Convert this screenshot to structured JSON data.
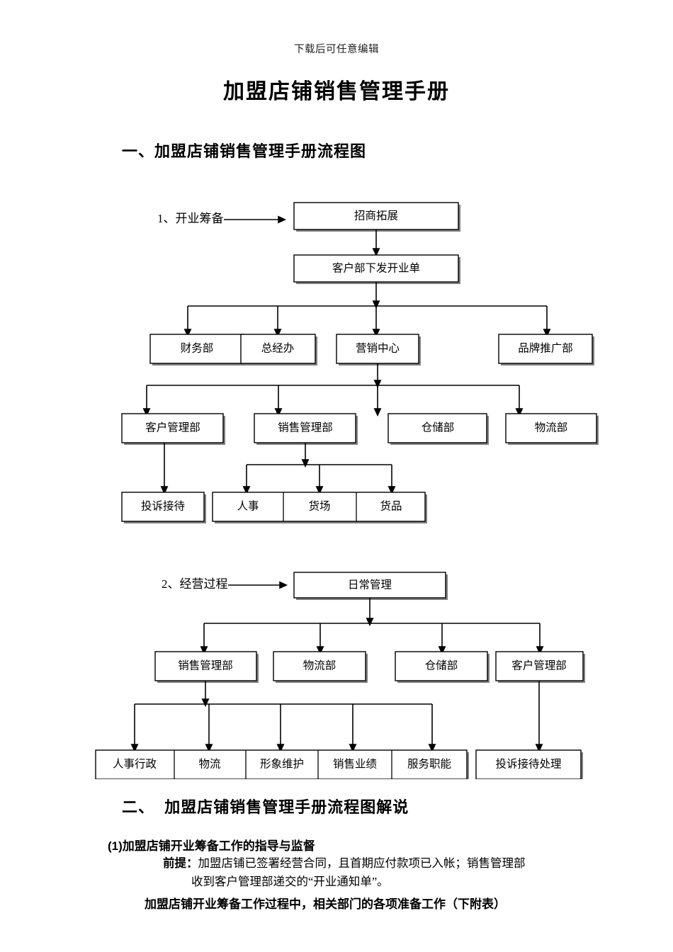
{
  "header": {
    "watermark": "下载后可任意编辑",
    "title": "加盟店铺销售管理手册"
  },
  "sections": {
    "one": "一、加盟店铺销售管理手册流程图",
    "two": "二、  加盟店铺销售管理手册流程图解说"
  },
  "flow1": {
    "stage_label": "1、开业筹备",
    "root": "招商拓展",
    "second": "客户部下发开业单",
    "level3": [
      "财务部",
      "总经办",
      "营销中心",
      "品牌推广部"
    ],
    "level4": [
      "客户管理部",
      "销售管理部",
      "仓储部",
      "物流部"
    ],
    "level5_single": "投诉接待",
    "level5_group": [
      "人事",
      "货场",
      "货品"
    ]
  },
  "flow2": {
    "stage_label": "2、经营过程",
    "root": "日常管理",
    "level2": [
      "销售管理部",
      "物流部",
      "仓储部",
      "客户管理部"
    ],
    "level3_group": [
      "人事行政",
      "物流",
      "形象维护",
      "销售业绩",
      "服务职能"
    ],
    "level3_single": "投诉接待处理"
  },
  "body": {
    "item1": "(1)加盟店铺开业筹备工作的指导与监督",
    "premise_label": "前提：",
    "premise_line1": "加盟店铺已签署经营合同，且首期应付款项已入帐；销售管理部",
    "premise_line2": "收到客户管理部递交的“开业通知单”。",
    "closing": "加盟店铺开业筹备工作过程中，相关部门的各项准备工作（下附表）"
  }
}
